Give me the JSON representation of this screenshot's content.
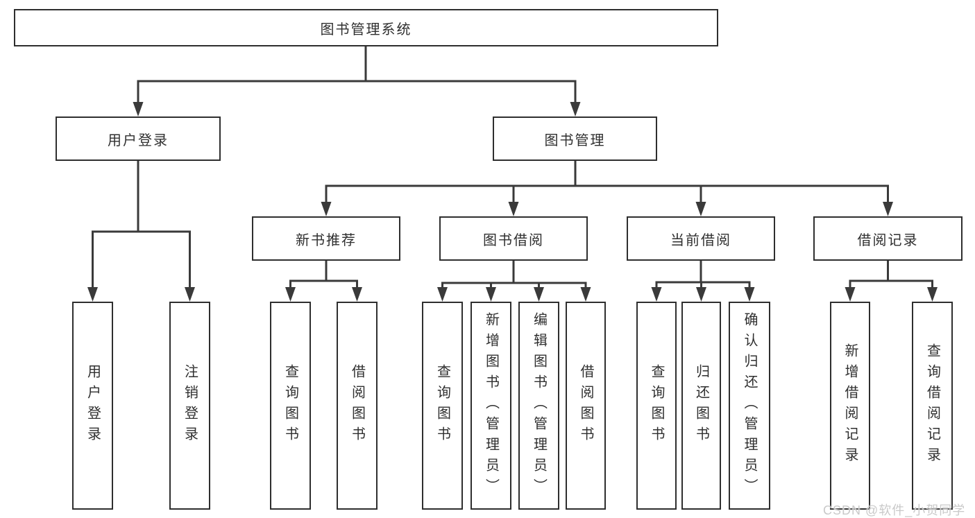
{
  "diagram": {
    "root": "图书管理系统",
    "branches": [
      {
        "label": "用户登录",
        "children": [
          "用户登录",
          "注销登录"
        ]
      },
      {
        "label": "图书管理"
      }
    ],
    "modules": [
      {
        "label": "新书推荐",
        "children": [
          "查询图书",
          "借阅图书"
        ]
      },
      {
        "label": "图书借阅",
        "children": [
          "查询图书",
          "新增图书（管理员）",
          "编辑图书（管理员）",
          "借阅图书"
        ]
      },
      {
        "label": "当前借阅",
        "children": [
          "查询图书",
          "归还图书",
          "确认归还（管理员）"
        ]
      },
      {
        "label": "借阅记录",
        "children": [
          "新增借阅记录",
          "查询借阅记录"
        ]
      }
    ],
    "watermark": "CSDN @软件_小贺同学",
    "colors": {
      "line": "#3a3a3a",
      "box_border": "#2e2e2e",
      "text": "#2f2f2f",
      "watermark": "#c9c9c9",
      "background": "#ffffff"
    }
  }
}
